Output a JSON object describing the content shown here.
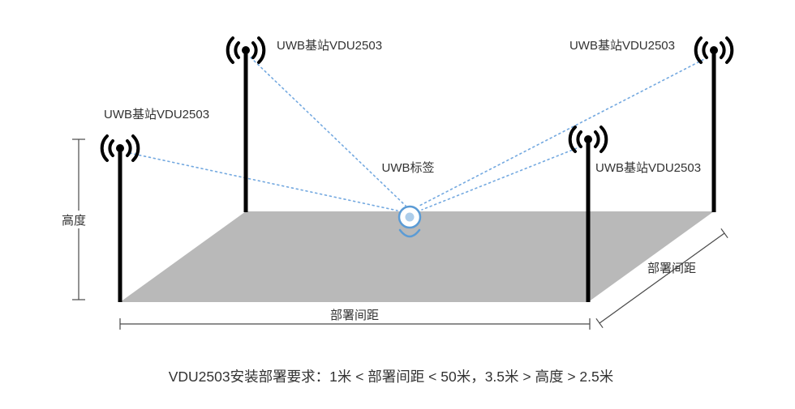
{
  "diagram": {
    "stations": [
      {
        "id": "back-left",
        "label": "UWB基站VDU2503"
      },
      {
        "id": "front-left",
        "label": "UWB基站VDU2503"
      },
      {
        "id": "back-right",
        "label": "UWB基站VDU2503"
      },
      {
        "id": "front-right",
        "label": "UWB基站VDU2503"
      }
    ],
    "tag_label": "UWB标签",
    "height_label": "高度",
    "spacing_label_bottom": "部署间距",
    "spacing_label_right": "部署间距",
    "requirement_text": "VDU2503安装部署要求：1米 < 部署间距 < 50米，3.5米 > 高度 > 2.5米",
    "colors": {
      "floor": "#b9b9b9",
      "link": "#74a9e0",
      "pin": "#5b9bd5",
      "antenna": "#000000",
      "dimension": "#4a4a4a",
      "text": "#333333"
    }
  }
}
